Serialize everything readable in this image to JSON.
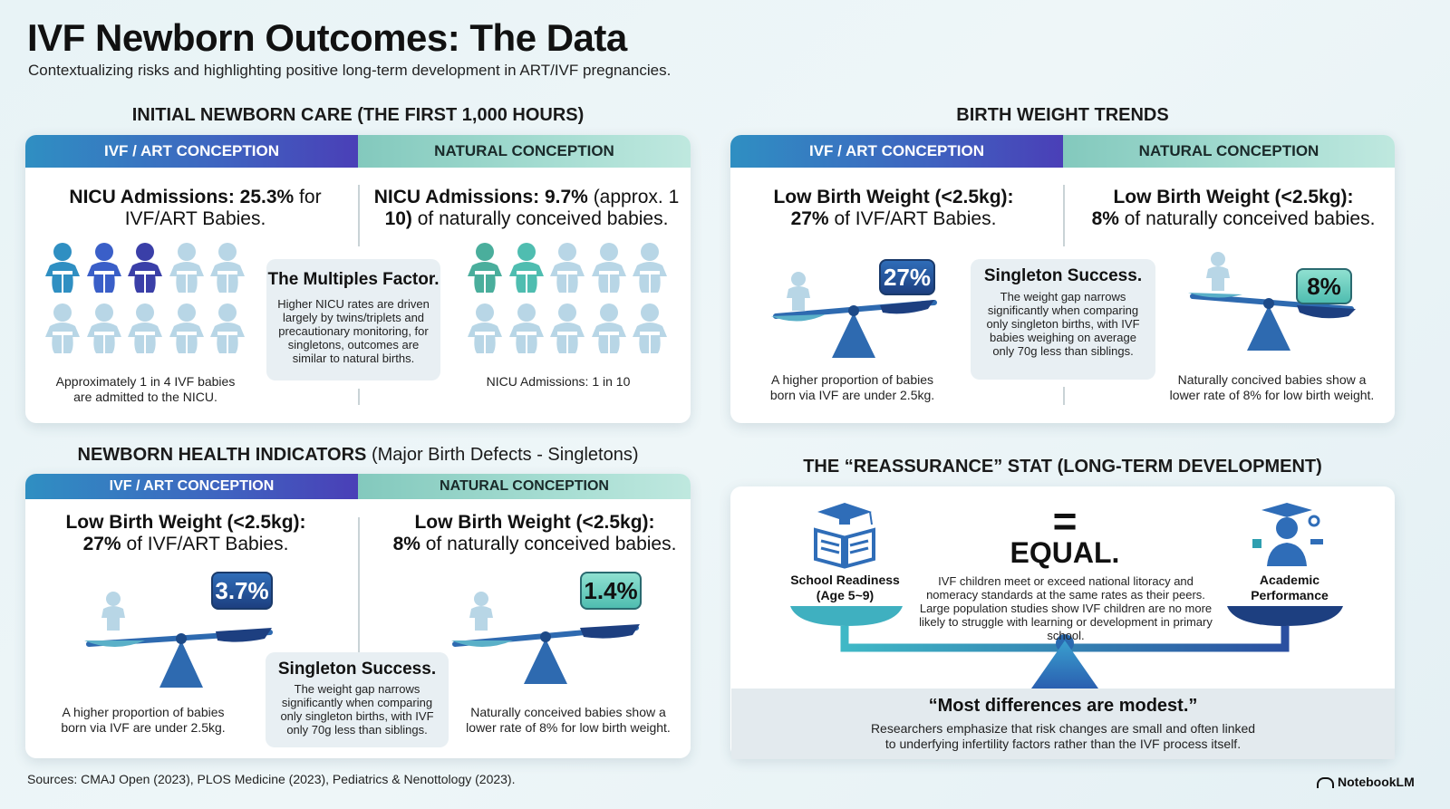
{
  "title": "IVF Newborn Outcomes: The Data",
  "subtitle": "Contextualizing risks and highlighting positive long-term development in ART/IVF pregnancies.",
  "initial_care": {
    "section_title": "INITIAL NEWBORN CARE (THE FIRST 1,000 HOURS)",
    "ivf_header": "IVF / ART CONCEPTION",
    "nat_header": "NATURAL CONCEPTION",
    "ivf_stat_bold": "NICU Admissions: 25.3%",
    "ivf_stat_rest": " for IVF/ART Babies.",
    "nat_stat_bold": "NICU Admissions: 9.7%",
    "nat_stat_rest": " (approx. 1",
    "nat_stat_bold2": "10)",
    "nat_stat_rest2": " of naturally conceived babies.",
    "ivf_caption": "Approximately 1 in 4 IVF babies are admitted to the NICU.",
    "nat_caption": "NICU Admissions: 1 in 10",
    "callout_title": "The Multiples Factor.",
    "callout_body": "Higher NICU rates are driven largely by twins/triplets and precautionary monitoring, for singletons, outcomes are similar to natural births."
  },
  "birth_weight": {
    "section_title": "BIRTH WEIGHT TRENDS",
    "ivf_header": "IVF / ART CONCEPTION",
    "nat_header": "NATURAL CONCEPTION",
    "ivf_stat_line1": "Low Birth Weight (<2.5kg):",
    "ivf_stat_bold": "27%",
    "ivf_stat_rest": " of IVF/ART Babies.",
    "nat_stat_line1": "Low Birth Weight (<2.5kg):",
    "nat_stat_bold": "8%",
    "nat_stat_rest": " of naturally conceived babies.",
    "ivf_badge": "27%",
    "nat_badge": "8%",
    "ivf_caption": "A higher proportion of babies born via IVF are under 2.5kg.",
    "nat_caption": "Naturally concived babies show a lower rate of 8% for low birth weight.",
    "callout_title": "Singleton Success.",
    "callout_body": "The weight gap narrows significantly when comparing only singleton births, with IVF babies weighing on average only 70g less than siblings."
  },
  "health_indicators": {
    "section_title_bold": "NEWBORN HEALTH INDICATORS",
    "section_title_light": " (Major Birth Defects - Singletons)",
    "ivf_header": "IVF / ART CONCEPTION",
    "nat_header": "NATURAL CONCEPTION",
    "ivf_stat_line1": "Low Birth Weight (<2.5kg):",
    "ivf_stat_bold": "27%",
    "ivf_stat_rest": " of IVF/ART Babies.",
    "nat_stat_line1": "Low Birth Weight (<2.5kg):",
    "nat_stat_bold": "8%",
    "nat_stat_rest": " of naturally conceived babies.",
    "ivf_badge": "3.7%",
    "nat_badge": "1.4%",
    "ivf_caption": "A higher proportion of babies born via IVF are under 2.5kg.",
    "nat_caption": "Naturally conceived babies show a lower rate of 8% for low birth weight.",
    "callout_title": "Singleton Success.",
    "callout_body": "The weight gap narrows significantly when comparing only singleton births, with IVF only 70g less than siblings."
  },
  "reassurance": {
    "section_title": "THE “REASSURANCE” STAT (LONG-TERM DEVELOPMENT)",
    "equal_sign": "=",
    "equal_word": "EQUAL.",
    "body": "IVF children meet or exceed national litoracy and nomeracy standards at the same rates as their peers. Large population studies show IVF children are no more likely to struggle with learning or development in primary school.",
    "left_label": "School Readiness (Age 5~9)",
    "right_label": "Academic Performance",
    "quote": "“Most differences are modest.”",
    "quote_body": "Researchers emphasize that risk changes are small and often linked to underfying infertility factors rather than the IVF process itself."
  },
  "sources": "Sources: CMAJ Open (2023), PLOS Medicine (2023), Pediatrics & Nenottology (2023).",
  "brand": "NotebookLM",
  "icons": [
    "baby-icon",
    "scale-icon",
    "graduation-book-icon",
    "graduate-person-icon",
    "notebooklm-logo-icon"
  ],
  "baby_grid": {
    "ivf_highlighted": 3,
    "nat_highlighted": 2,
    "total": 10
  },
  "colors": {
    "ivf_dark": "#3f63c0",
    "ivf_blue": "#2f8fc2",
    "nat_teal": "#4fbdb0",
    "muted_baby": "#b8d6e6"
  }
}
